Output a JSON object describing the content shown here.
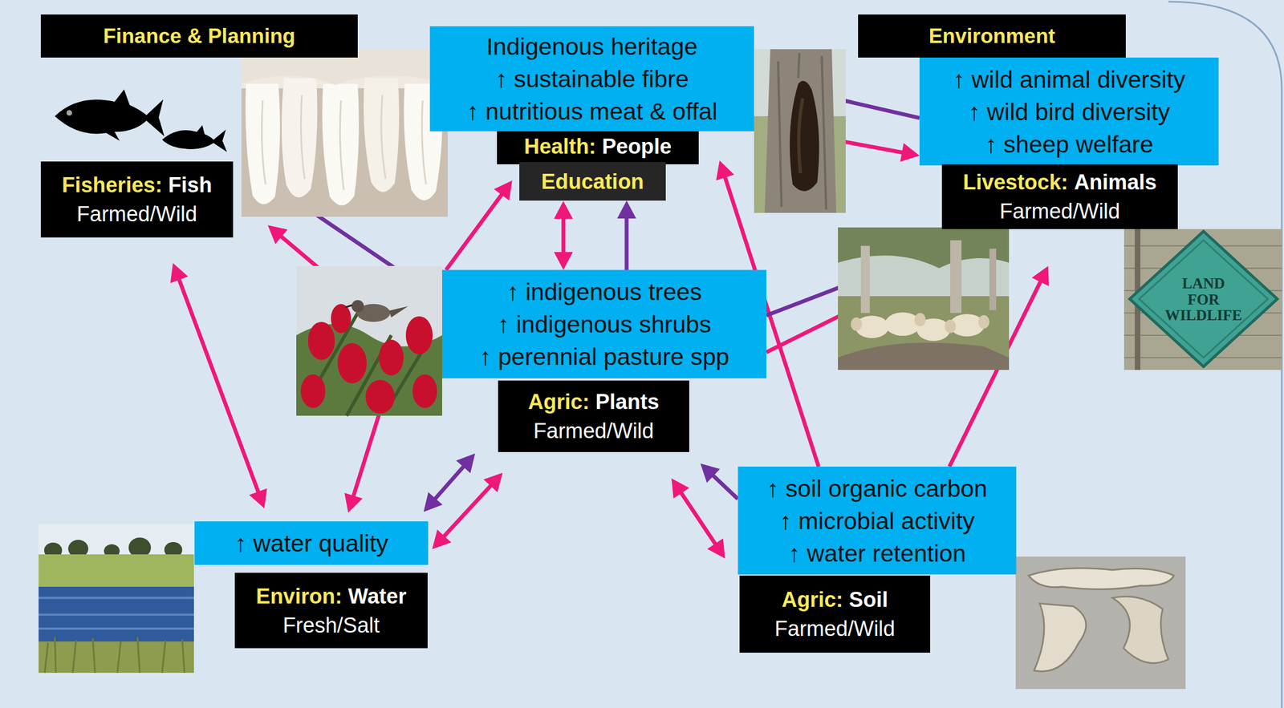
{
  "diagram": {
    "nodes": [
      {
        "text": [
          "Finance & Planning"
        ]
      },
      {
        "text": [
          "Health:",
          "People"
        ]
      },
      {
        "text": [
          "Education"
        ],
        "in": 1
      },
      {
        "text": [
          "Indigenous heritage ↑ sustainable fibre ↑ nutritious meat & offal"
        ]
      },
      {
        "text": [
          "Environment"
        ]
      },
      {
        "text": [
          "↑ wild animal diversity ↑ wild bird diversity ↑ sheep welfare"
        ]
      },
      {
        "text": [
          "Fisheries:",
          "Fish",
          "Farmed/Wild"
        ]
      },
      {
        "text": [
          "Livestock:",
          "Animals",
          "Farmed/Wild"
        ]
      },
      {
        "text": [
          "↑ indigenous trees ↑ indigenous shrubs ↑ perennial pasture spp"
        ]
      },
      {
        "text": [
          "Agric:",
          "Plants",
          "Farmed/Wild"
        ]
      },
      {
        "text": [
          "↑ water quality"
        ]
      },
      {
        "text": [
          "↑ soil organic carbon ↑ microbial activity ↑ water retention"
        ]
      },
      {
        "text": [
          "Environ:",
          "Water",
          "Fresh/Salt"
        ]
      },
      {
        "text": [
          "Agric:",
          "Soil",
          "Farmed/Wild"
        ]
      }
    ],
    "edges": [
      {
        "from": 6,
        "to": 12,
        "arrow": "both"
      },
      {
        "from": 8,
        "to": 6,
        "arrow": "to"
      },
      {
        "from": 6,
        "to": 8,
        "arrow": "none"
      },
      {
        "from": 8,
        "to": 1,
        "arrow": "to"
      },
      {
        "from": 8,
        "to": 1,
        "arrow": "both"
      },
      {
        "from": 8,
        "to": 1,
        "arrow": "to"
      },
      {
        "from": 8,
        "to": 12,
        "arrow": "to"
      },
      {
        "from": 9,
        "to": 12,
        "arrow": "both"
      },
      {
        "from": 12,
        "to": 9,
        "arrow": "both"
      },
      {
        "from": 9,
        "to": 13,
        "arrow": "both"
      },
      {
        "from": 11,
        "to": 9,
        "arrow": "to"
      },
      {
        "from": 11,
        "to": 1,
        "arrow": "to"
      },
      {
        "from": 11,
        "to": 7,
        "arrow": "to"
      },
      {
        "from": 3,
        "to": 5,
        "arrow": "to"
      },
      {
        "from": 3,
        "to": 5,
        "arrow": "none"
      },
      {
        "from": 8,
        "to": 7,
        "arrow": "none"
      },
      {
        "from": 8,
        "to": 7,
        "arrow": "none"
      }
    ],
    "labels": [
      "LAND FOR WILDLIFE"
    ]
  }
}
